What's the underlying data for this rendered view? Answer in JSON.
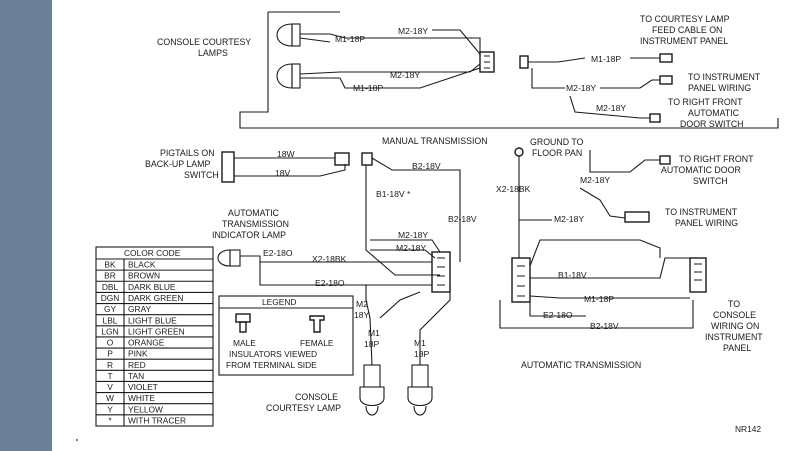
{
  "labels": {
    "console_courtesy_lamps": [
      "CONSOLE COURTESY",
      "LAMPS"
    ],
    "to_courtesy_feed": [
      "TO COURTESY LAMP",
      "FEED CABLE ON",
      "INSTRUMENT PANEL"
    ],
    "to_instr_wiring_top": [
      "TO INSTRUMENT",
      "PANEL WIRING"
    ],
    "to_rf_door_top": [
      "TO RIGHT FRONT",
      "AUTOMATIC",
      "DOOR SWITCH"
    ],
    "manual_transmission": "MANUAL TRANSMISSION",
    "ground_floor": [
      "GROUND TO",
      "FLOOR PAN"
    ],
    "pigtails": [
      "PIGTAILS ON",
      "BACK-UP LAMP",
      "SWITCH"
    ],
    "to_rf_door_right": [
      "TO RIGHT FRONT",
      "AUTOMATIC DOOR",
      "SWITCH"
    ],
    "to_instr_wiring_right": [
      "TO INSTRUMENT",
      "PANEL WIRING"
    ],
    "auto_trans_lamp": [
      "AUTOMATIC",
      "TRANSMISSION",
      "INDICATOR LAMP"
    ],
    "to_console_wiring": [
      "TO",
      "CONSOLE",
      "WIRING ON",
      "INSTRUMENT",
      "PANEL"
    ],
    "automatic_transmission": "AUTOMATIC TRANSMISSION",
    "console_courtesy_lamp": [
      "CONSOLE",
      "COURTESY LAMP"
    ],
    "figure_code": "NR142"
  },
  "wires": {
    "m2_18y": "M2-18Y",
    "m1_18p": "M1-18P",
    "w18": "18W",
    "v18": "18V",
    "b2_18v": "B2-18V",
    "b1_18v_tracer": "B1-18V *",
    "b1_18v": "B1-18V",
    "x2_18bk": "X2-18BK",
    "e2_18o": "E2-18O",
    "m2": "M2",
    "m1": "M1",
    "y18": "18Y",
    "p18": "18P"
  },
  "color_code": {
    "title": "COLOR CODE",
    "rows": [
      [
        "BK",
        "BLACK"
      ],
      [
        "BR",
        "BROWN"
      ],
      [
        "DBL",
        "DARK BLUE"
      ],
      [
        "DGN",
        "DARK GREEN"
      ],
      [
        "GY",
        "GRAY"
      ],
      [
        "LBL",
        "LIGHT BLUE"
      ],
      [
        "LGN",
        "LIGHT GREEN"
      ],
      [
        "O",
        "ORANGE"
      ],
      [
        "P",
        "PINK"
      ],
      [
        "R",
        "RED"
      ],
      [
        "T",
        "TAN"
      ],
      [
        "V",
        "VIOLET"
      ],
      [
        "W",
        "WHITE"
      ],
      [
        "Y",
        "YELLOW"
      ],
      [
        "*",
        "WITH TRACER"
      ]
    ]
  },
  "legend": {
    "title": "LEGEND",
    "male": "MALE",
    "female": "FEMALE",
    "note": [
      "INSULATORS VIEWED",
      "FROM TERMINAL SIDE"
    ]
  },
  "colors": {
    "sidebar": "#6c8199",
    "ink": "#1a1a1a",
    "paper": "#ffffff"
  }
}
